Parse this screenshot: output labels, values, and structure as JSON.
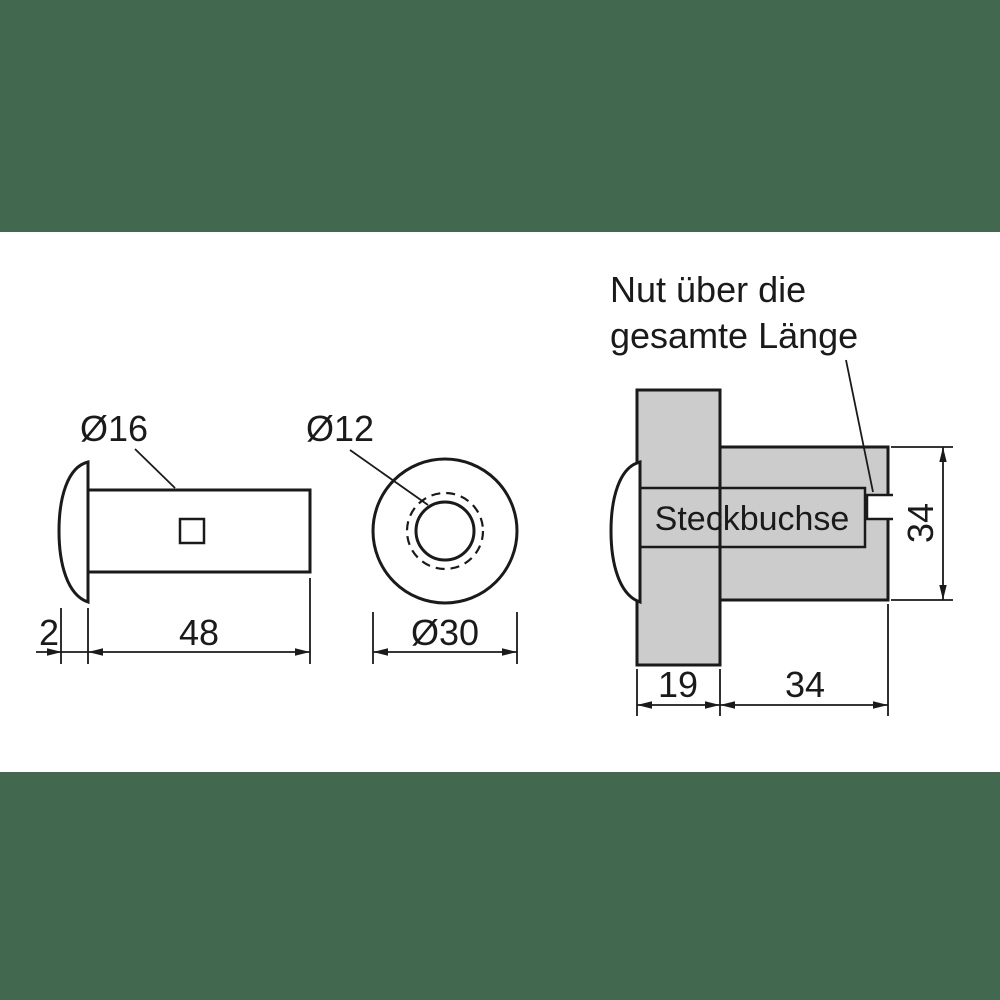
{
  "colors": {
    "page_background": "#426850",
    "drawing_background": "#ffffff",
    "line": "#1a1a1a",
    "part_fill": "#cccccc"
  },
  "side_view": {
    "head_diameter_label": "Ø16",
    "head_thickness_dim": "2",
    "shaft_length_dim": "48"
  },
  "front_view": {
    "bore_diameter_label": "Ø12",
    "outer_diameter_dim": "Ø30"
  },
  "section_view": {
    "note_line1": "Nut über die",
    "note_line2": "gesamte Länge",
    "part_label": "Steckbuchse",
    "panel_thickness_dim": "19",
    "sleeve_length_dim": "34",
    "sleeve_outer_diameter_dim": "34"
  }
}
